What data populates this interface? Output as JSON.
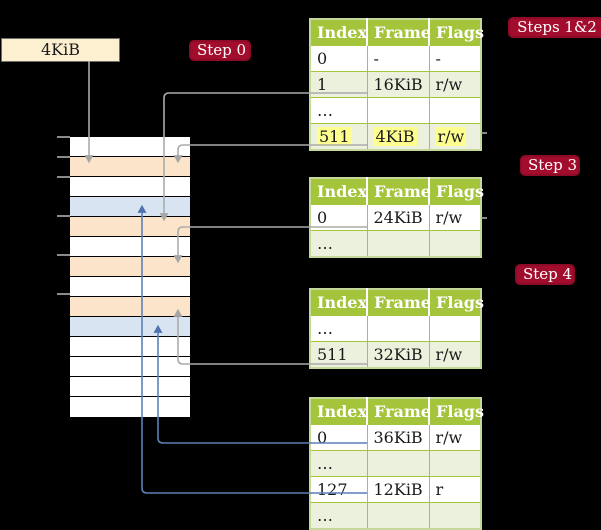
{
  "page_box": {
    "label": "4KiB"
  },
  "badges": [
    {
      "id": "step0",
      "label": "Step 0"
    },
    {
      "id": "steps12",
      "label": "Steps 1&2"
    },
    {
      "id": "step3",
      "label": "Step 3"
    },
    {
      "id": "step4",
      "label": "Step 4"
    }
  ],
  "tables": [
    {
      "name": "steps-1-2",
      "headers": [
        "Index",
        "Frame",
        "Flags"
      ],
      "rows": [
        {
          "cells": [
            "0",
            "-",
            "-"
          ],
          "shaded": false,
          "highlight": false
        },
        {
          "cells": [
            "1",
            "16KiB",
            "r/w"
          ],
          "shaded": true,
          "highlight": false
        },
        {
          "cells": [
            "…",
            "",
            ""
          ],
          "shaded": false,
          "highlight": false
        },
        {
          "cells": [
            "511",
            "4KiB",
            "r/w"
          ],
          "shaded": true,
          "highlight": true
        }
      ]
    },
    {
      "name": "step-3",
      "headers": [
        "Index",
        "Frame",
        "Flags"
      ],
      "rows": [
        {
          "cells": [
            "0",
            "24KiB",
            "r/w"
          ],
          "shaded": false,
          "highlight": false
        },
        {
          "cells": [
            "…",
            "",
            ""
          ],
          "shaded": true,
          "highlight": false
        }
      ]
    },
    {
      "name": "step-4",
      "headers": [
        "Index",
        "Frame",
        "Flags"
      ],
      "rows": [
        {
          "cells": [
            "…",
            "",
            ""
          ],
          "shaded": false,
          "highlight": false
        },
        {
          "cells": [
            "511",
            "32KiB",
            "r/w"
          ],
          "shaded": true,
          "highlight": false
        }
      ]
    },
    {
      "name": "final-level",
      "headers": [
        "Index",
        "Frame",
        "Flags"
      ],
      "rows": [
        {
          "cells": [
            "0",
            "36KiB",
            "r/w"
          ],
          "shaded": false,
          "highlight": false
        },
        {
          "cells": [
            "…",
            "",
            ""
          ],
          "shaded": true,
          "highlight": false
        },
        {
          "cells": [
            "127",
            "12KiB",
            "r"
          ],
          "shaded": false,
          "highlight": false
        },
        {
          "cells": [
            "…",
            "",
            ""
          ],
          "shaded": true,
          "highlight": false
        }
      ]
    }
  ],
  "memory": {
    "row_colors": [
      "white",
      "peach",
      "white",
      "blue",
      "peach",
      "white",
      "peach",
      "white",
      "peach",
      "blue",
      "white",
      "white",
      "white",
      "white"
    ],
    "tick_ys": [
      136,
      156,
      176,
      215,
      254,
      293
    ]
  },
  "colors": {
    "badge": "#a30d2d",
    "header_green": "#a4c43b",
    "table_frame": "#c5d89c",
    "row_green": "#ebf1dd",
    "highlight_yellow": "#feff8f",
    "peach": "#fbe4c9",
    "blue": "#d9e4f2",
    "cream": "#fdf0d0",
    "gray_arrow": "#ababab",
    "blue_arrow": "#5d80b6"
  }
}
